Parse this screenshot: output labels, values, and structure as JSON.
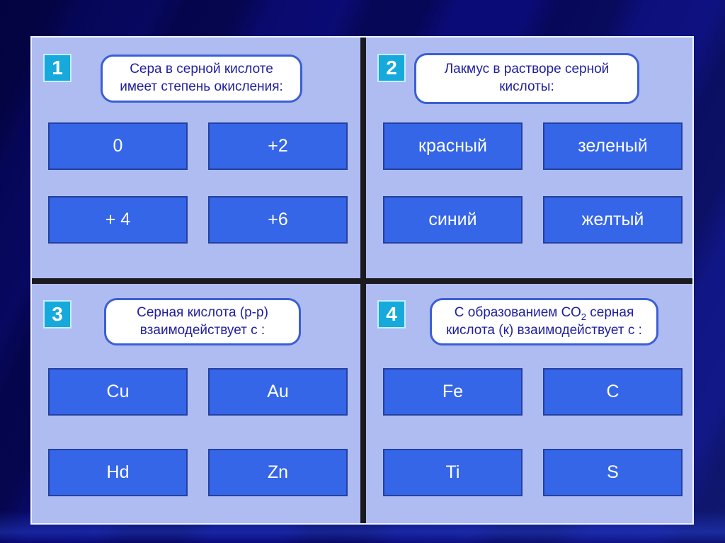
{
  "colors": {
    "background_navy": "#0b0b78",
    "panel_light_blue": "#aebcf2",
    "button_blue": "#3566e8",
    "button_border": "#24409f",
    "badge_cyan": "#16a9db",
    "question_border_blue": "#3b5fd4",
    "question_text_blue": "#1e1e9e",
    "divider_black": "#1b1b1f"
  },
  "slide": {
    "quadrants": [
      {
        "number": "1",
        "question": "Сера в серной кислоте имеет степень окисления:",
        "answers": [
          "0",
          "+2",
          "+ 4",
          "+6"
        ]
      },
      {
        "number": "2",
        "question": "Лакмус в растворе серной кислоты:",
        "answers": [
          "красный",
          "зеленый",
          "синий",
          "желтый"
        ]
      },
      {
        "number": "3",
        "question": "Серная кислота (р-р) взаимодействует с :",
        "answers": [
          "Cu",
          "Au",
          "Hd",
          "Zn"
        ]
      },
      {
        "number": "4",
        "question_pre": "С образованием СО",
        "question_sub": "2",
        "question_post": " серная кислота (к) взаимодействует с :",
        "answers": [
          "Fe",
          "C",
          "Ti",
          "S"
        ]
      }
    ]
  }
}
